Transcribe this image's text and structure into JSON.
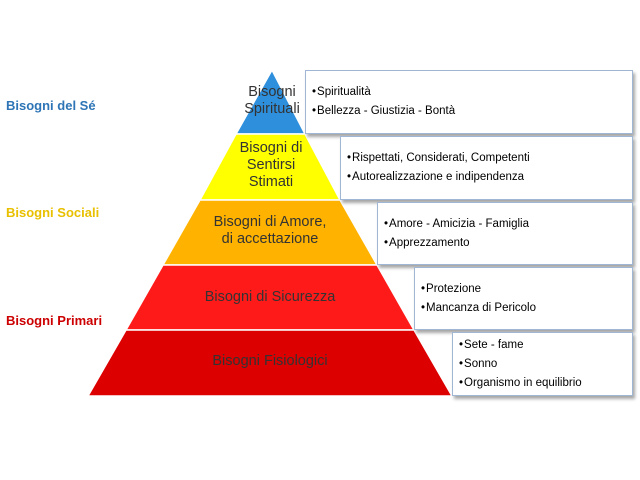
{
  "colors": {
    "spirituali": "#2e8fdc",
    "stimati": "#ffff00",
    "amore": "#ffb300",
    "sicurezza": "#ff1a1a",
    "fisiologici": "#dd0000",
    "label_se": "#2e75b6",
    "label_sociali": "#e8c000",
    "label_primari": "#cc0000"
  },
  "side_labels": {
    "se": "Bisogni del Sé",
    "sociali": "Bisogni Sociali",
    "primari": "Bisogni Primari"
  },
  "levels": [
    {
      "id": "spirituali",
      "lines": [
        "Bisogni",
        "Spirituali"
      ],
      "items": [
        "Spiritualità",
        "Bellezza - Giustizia - Bontà"
      ]
    },
    {
      "id": "stimati",
      "lines": [
        "Bisogni di",
        "Sentirsi",
        "Stimati"
      ],
      "items": [
        "Rispettati, Considerati, Competenti",
        "Autorealizzazione e indipendenza"
      ]
    },
    {
      "id": "amore",
      "lines": [
        "Bisogni di Amore,",
        "di accettazione"
      ],
      "items": [
        "Amore - Amicizia - Famiglia",
        "Apprezzamento"
      ]
    },
    {
      "id": "sicurezza",
      "lines": [
        "Bisogni di Sicurezza"
      ],
      "items": [
        "Protezione",
        "Mancanza di Pericolo"
      ]
    },
    {
      "id": "fisiologici",
      "lines": [
        "Bisogni Fisiologici"
      ],
      "items": [
        "Sete - fame",
        "Sonno",
        "Organismo in equilibrio"
      ]
    }
  ]
}
